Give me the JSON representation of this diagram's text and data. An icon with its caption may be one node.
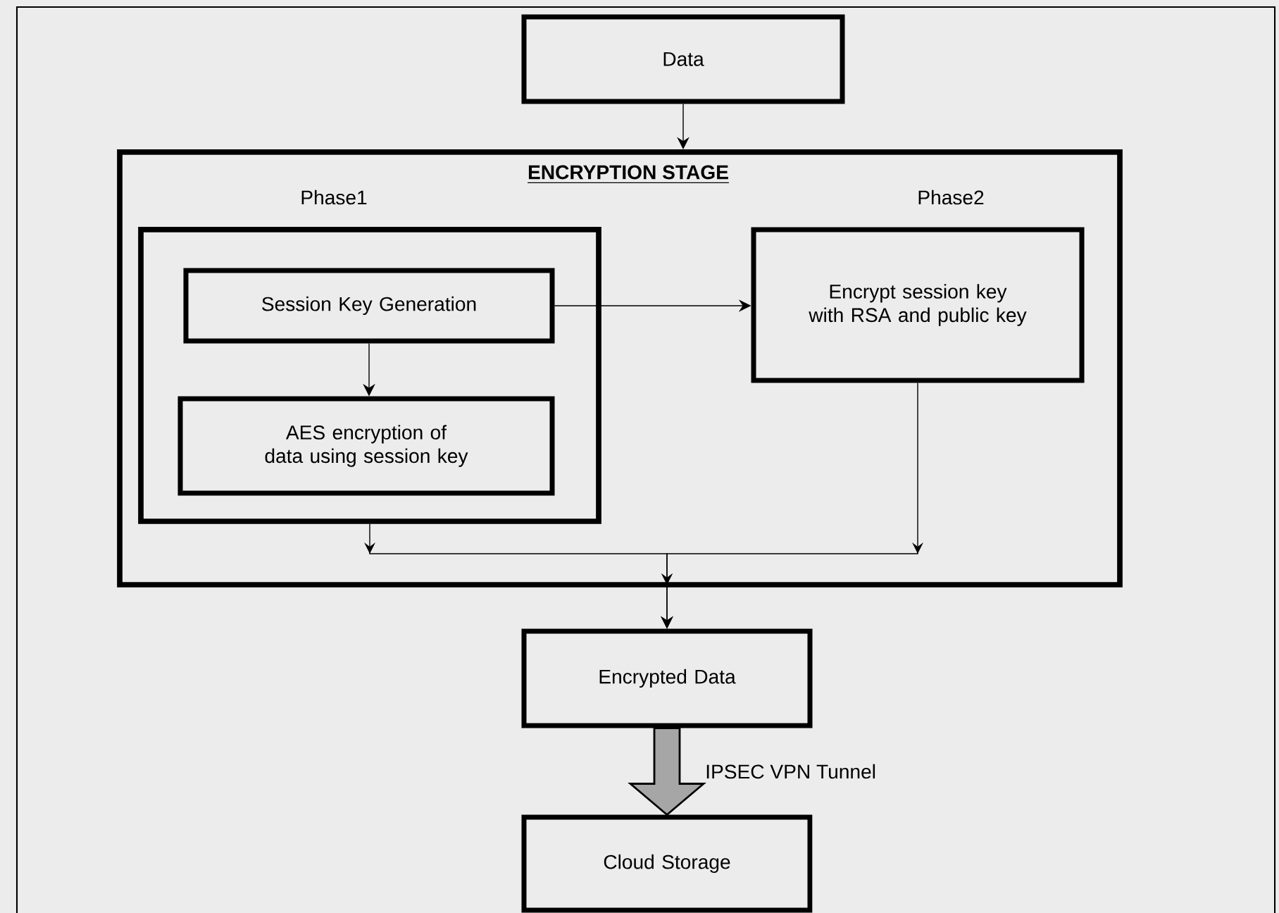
{
  "diagram": {
    "nodes": [
      {
        "text": [
          "Data"
        ]
      },
      {
        "text": [
          "ENCRYPTION STAGE"
        ]
      },
      {
        "text": [
          "Phase1"
        ],
        "in": 1
      },
      {
        "text": [
          "Session Key Generation"
        ],
        "in": 2
      },
      {
        "text": [
          "AES encryption of data using session key"
        ],
        "in": 2
      },
      {
        "text": [
          "Phase2",
          "Encrypt session key with RSA and public key"
        ],
        "in": 1
      },
      {
        "text": [
          "Encrypted Data"
        ]
      },
      {
        "text": [
          "Cloud Storage"
        ]
      }
    ],
    "edges": [
      {
        "from": 0,
        "to": 1,
        "arrow": "to"
      },
      {
        "from": 3,
        "to": 4,
        "arrow": "to"
      },
      {
        "from": 3,
        "to": 5,
        "arrow": "to"
      },
      {
        "from": 2,
        "to": 6,
        "arrow": "to"
      },
      {
        "from": 5,
        "to": 6,
        "arrow": "to"
      },
      {
        "from": 6,
        "to": 7,
        "arrow": "to",
        "label": "IPSEC VPN Tunnel",
        "style": "thick",
        "color": "#a6a6a6"
      }
    ]
  }
}
